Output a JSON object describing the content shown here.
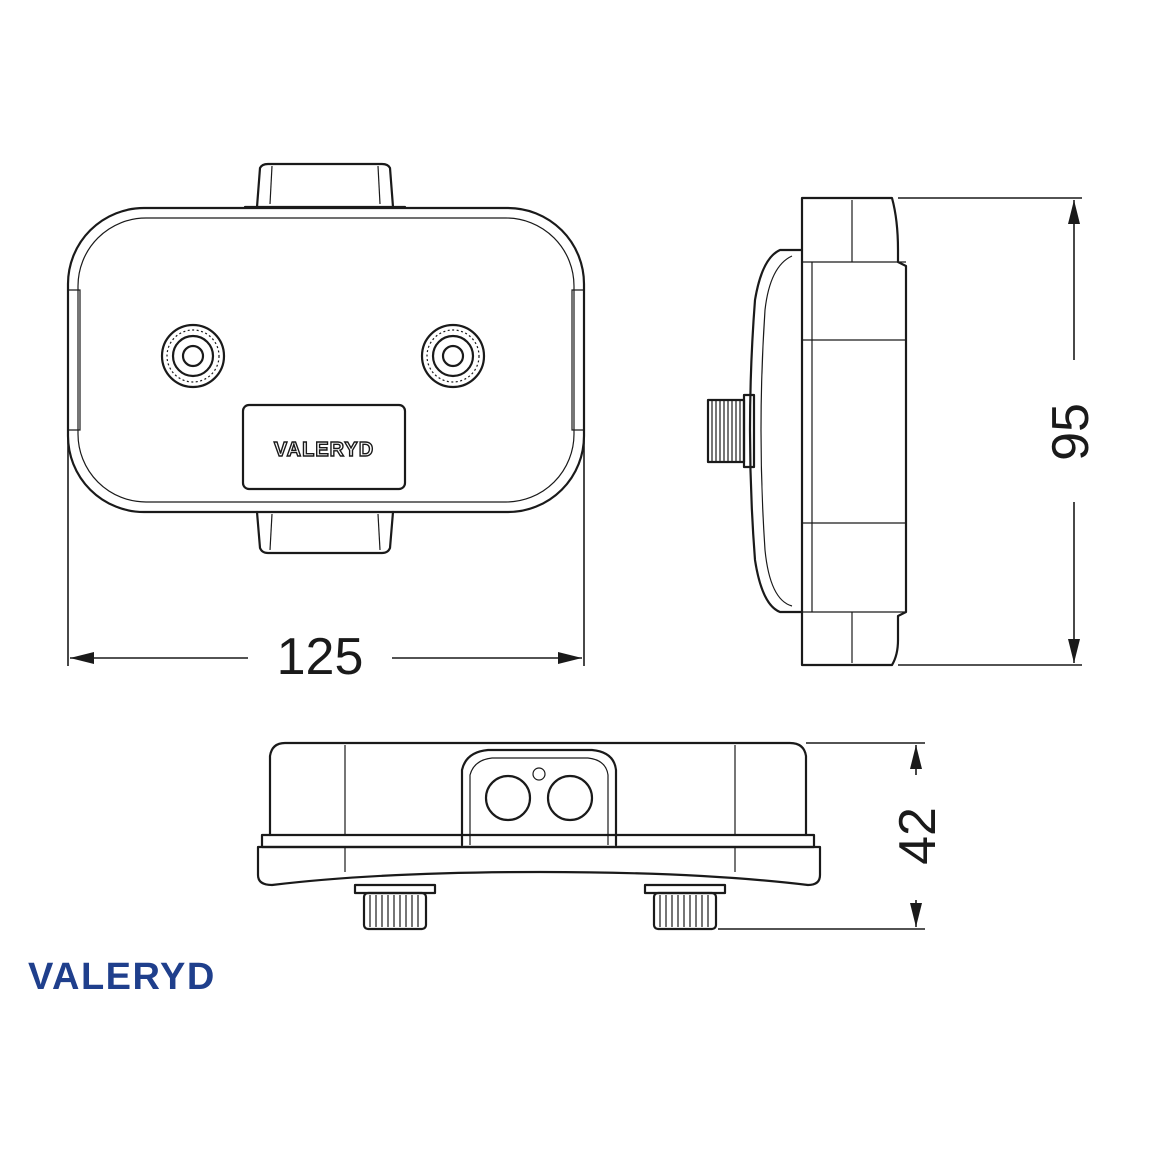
{
  "dimensions": {
    "width": "125",
    "height": "95",
    "depth": "42"
  },
  "product_plate_label": "VALERYD",
  "brand": {
    "logo_text": "VALERYD",
    "color": "#1f3f8c"
  },
  "colors": {
    "line": "#1a1a1a",
    "background": "#ffffff"
  }
}
